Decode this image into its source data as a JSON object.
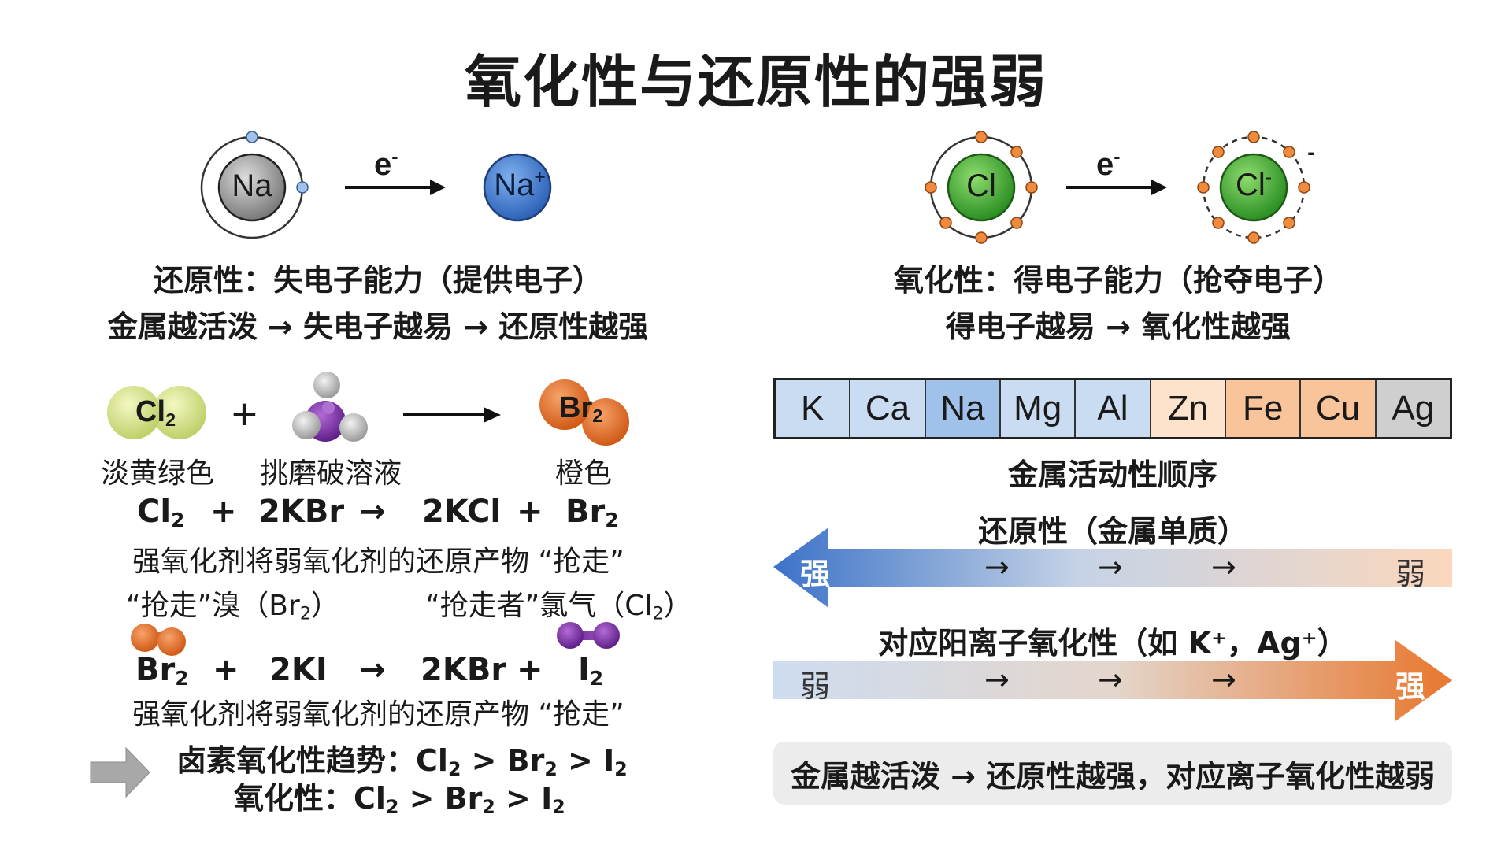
{
  "title": "氧化性与还原性的强弱",
  "colors": {
    "na_gray": "#8e8e8e",
    "na_ion_blue": "#3f7ed6",
    "cl_green": "#3ea52e",
    "electron_blue": "#9fc1ea",
    "electron_orange": "#f08a3c",
    "blue_strong": "#3c72c8",
    "orange_strong": "#e8772e",
    "cell_blue": "#c9dcf2",
    "cell_blue_mid": "#9fc1ea",
    "cell_orange_light": "#fde2cc",
    "cell_orange": "#f9c49a",
    "cell_gray": "#cfcfcf"
  },
  "reduction": {
    "atom": "Na",
    "ion_base": "Na",
    "ion_charge": "+",
    "electron_base": "e",
    "electron_charge": "-",
    "caption1": "还原性：失电子能力（提供电子）",
    "caption2": "金属越活泼 → 失电子越易 → 还原性越强"
  },
  "oxidation": {
    "atom": "Cl",
    "ion_base": "Cl",
    "ion_charge": "-",
    "ion_outer_charge": "-",
    "electron_base": "e",
    "electron_charge": "-",
    "caption1": "氧化性：得电子能力（抢夺电子）",
    "caption2": "得电子越易 → 氧化性越强"
  },
  "reaction1": {
    "cl2_base": "Cl",
    "cl2_sub": "2",
    "plus": "+",
    "br2_base": "Br",
    "br2_sub": "2",
    "label_cl2": "淡黄绿色",
    "label_kbr": "挑磨破溶液",
    "label_br2": "橙色",
    "eq": {
      "r1_base": "Cl",
      "r1_sub": "2",
      "plus1": "+",
      "r2": "2KBr",
      "arrow": "→",
      "p1": "2KCl",
      "plus2": "+",
      "p2_base": "Br",
      "p2_sub": "2"
    },
    "note": "强氧化剂将弱氧化剂的还原产物 “抢走”",
    "taken_pre": "“抢走”溴（Br",
    "taken_sub": "2",
    "taken_post": "）",
    "taker_pre": "“抢走者”氯气（Cl",
    "taker_sub": "2",
    "taker_post": "）"
  },
  "reaction2": {
    "eq": {
      "r1_base": "Br",
      "r1_sub": "2",
      "plus1": "+",
      "r2": "2KI",
      "arrow": "→",
      "p1": "2KBr",
      "plus2": "+",
      "p2_base": "I",
      "p2_sub": "2"
    },
    "note": "强氧化剂将弱氧化剂的还原产物 “抢走”"
  },
  "halogen": {
    "line1_pre": "卤素氧化性趋势：",
    "line2_pre": "氧化性：",
    "a_base": "Cl",
    "a_sub": "2",
    "gt": ">",
    "b_base": "Br",
    "b_sub": "2",
    "c_base": "I",
    "c_sub": "2"
  },
  "activity": {
    "metals": [
      "K",
      "Ca",
      "Na",
      "Mg",
      "Al",
      "Zn",
      "Fe",
      "Cu",
      "Ag"
    ],
    "label": "金属活动性顺序"
  },
  "reducing_arrow": {
    "label": "还原性（金属单质）",
    "strong": "强",
    "weak": "弱",
    "step": "→"
  },
  "oxidizing_arrow": {
    "label": "对应阳离子氧化性（如 K⁺，Ag⁺）",
    "strong": "强",
    "weak": "弱",
    "step": "→"
  },
  "summary": "金属越活泼 → 还原性越强，对应离子氧化性越弱"
}
